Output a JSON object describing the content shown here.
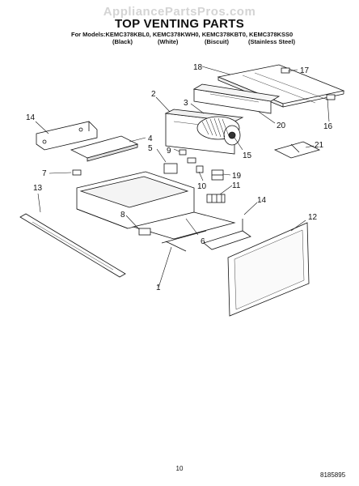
{
  "watermark": "AppliancePartsPros.com",
  "title": "TOP VENTING PARTS",
  "models_line": "For Models:KEMC378KBL0, KEMC378KWH0, KEMC378KBT0, KEMC378KSS0",
  "variants": [
    "(Black)",
    "(White)",
    "(Biscuit)",
    "(Stainless Steel)"
  ],
  "page_number": "10",
  "document_id": "8185895",
  "callouts": [
    "1",
    "2",
    "3",
    "4",
    "5",
    "6",
    "7",
    "8",
    "9",
    "10",
    "11",
    "12",
    "13",
    "14",
    "14",
    "15",
    "16",
    "17",
    "18",
    "19",
    "20",
    "21"
  ]
}
